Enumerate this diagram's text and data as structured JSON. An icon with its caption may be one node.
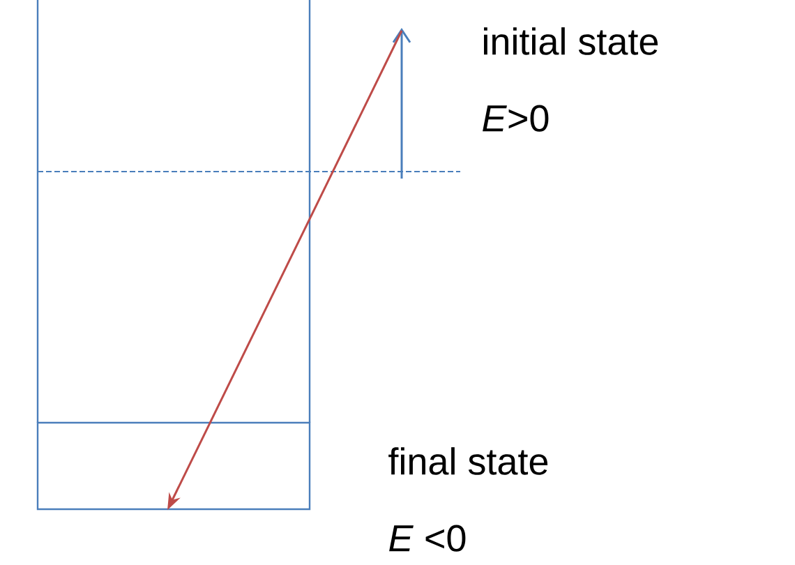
{
  "diagram": {
    "nodes": [
      {
        "text": [
          "initial state",
          "*E*>0"
        ]
      },
      {
        "text": [],
        "shape": "box",
        "beside": [
          "final state",
          "*E* <0"
        ]
      }
    ],
    "edges": [
      {
        "from": 0,
        "to": 1,
        "arrow": "to",
        "color": "#be4b48"
      }
    ]
  }
}
